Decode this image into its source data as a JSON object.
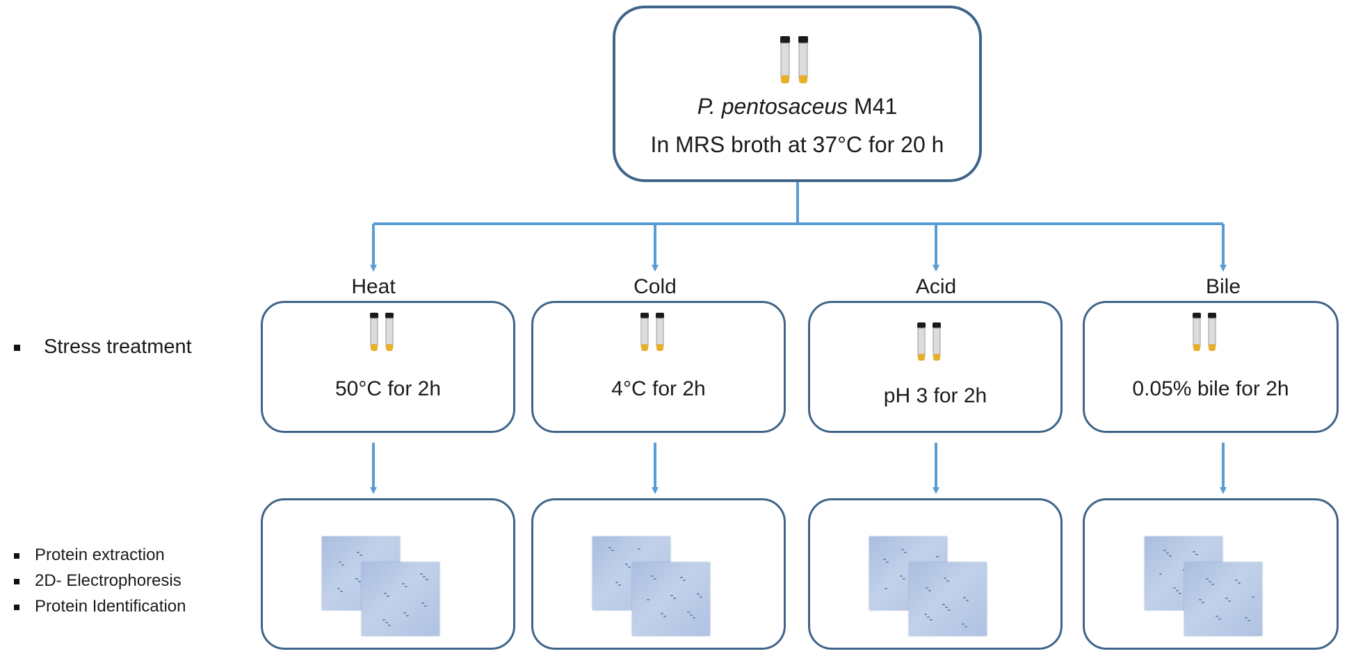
{
  "source": {
    "organism": "P. pentosaceus",
    "strain": "M41",
    "condition": "In MRS broth at 37°C for 20 h"
  },
  "side_labels": {
    "stress": "Stress treatment",
    "analysis": [
      "Protein extraction",
      "2D- Electrophoresis",
      "Protein Identification"
    ]
  },
  "treatments": [
    {
      "name": "Heat",
      "condition": "50°C for 2h"
    },
    {
      "name": "Cold",
      "condition": "4°C for 2h"
    },
    {
      "name": "Acid",
      "condition": "pH 3 for 2h"
    },
    {
      "name": "Bile",
      "condition": "0.05% bile for 2h"
    }
  ],
  "colors": {
    "arrow": "#5b9bd5",
    "box_border": "#3f6488",
    "tube_cap": "#1a1a1a",
    "tube_liquid": "#e8b02a",
    "gel": "#b4c6e4"
  },
  "icons": {
    "tube": "test-tube-pair-icon",
    "gel": "2d-gel-icon"
  }
}
